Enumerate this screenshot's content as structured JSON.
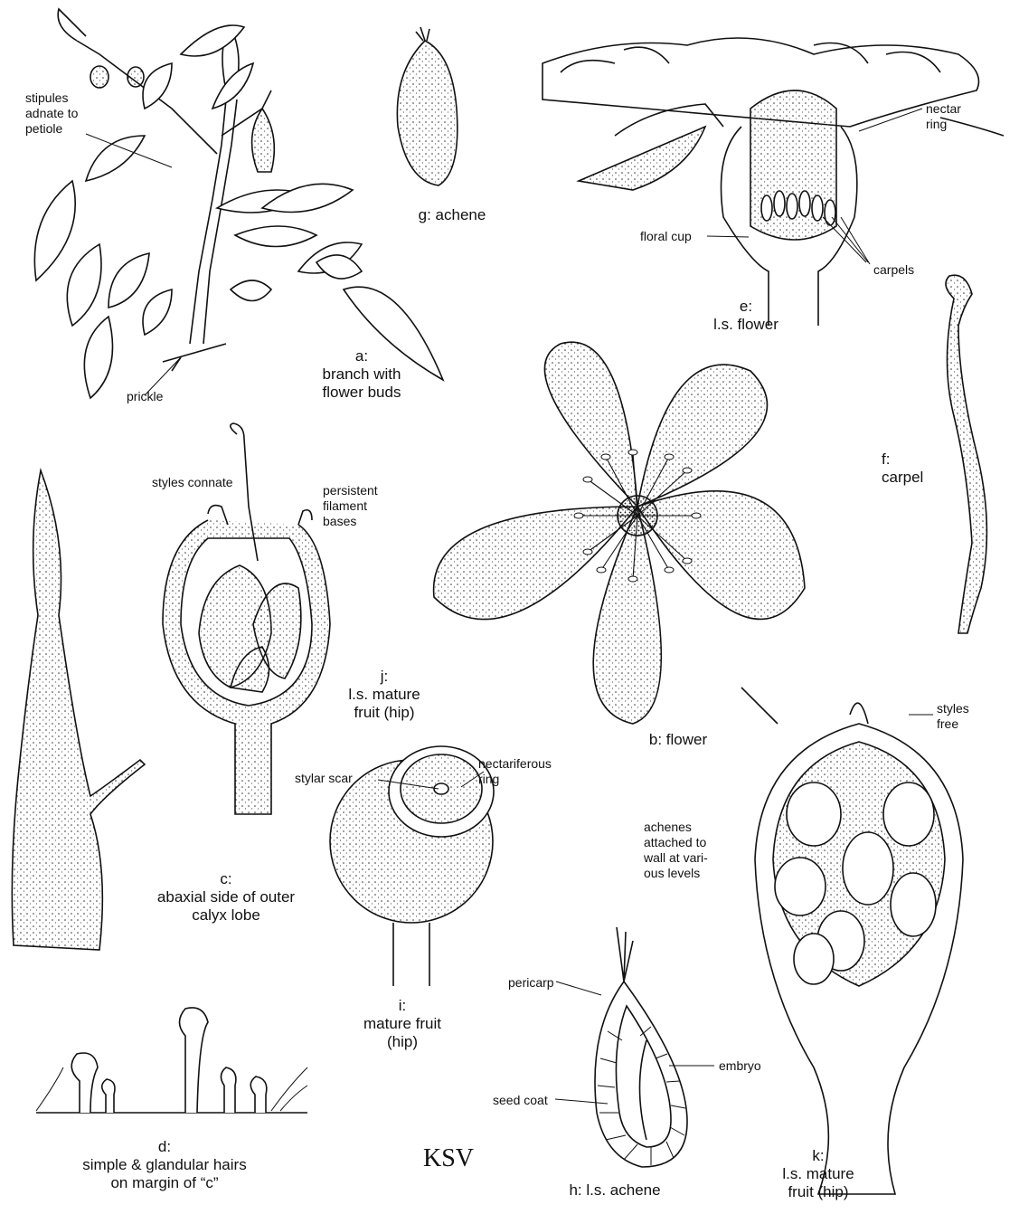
{
  "labels": {
    "stipules": "stipules\nadnate to\npetiole",
    "prickle": "prickle",
    "achene_g": "g: achene",
    "nectar_ring": "nectar\nring",
    "floral_cup": "floral cup",
    "carpels": "carpels",
    "styles_connate": "styles connate",
    "persistent_bases": "persistent\nfilament\nbases",
    "stylar_scar": "stylar scar",
    "nectariferous_ring": "nectariferous\nring",
    "achenes_attached": "achenes\nattached to\nwall at vari-\nous levels",
    "styles_free": "styles\nfree",
    "pericarp": "pericarp",
    "embryo": "embryo",
    "seed_coat": "seed coat"
  },
  "captions": {
    "a": "a:\nbranch with\nflower buds",
    "b": "b: flower",
    "c": "c:\nabaxial side of outer\ncalyx lobe",
    "d": "d:\nsimple & glandular hairs\non margin of “c”",
    "e": "e:\nl.s. flower",
    "f": "f:\ncarpel",
    "h": "h: l.s. achene",
    "i": "i:\nmature fruit\n(hip)",
    "j": "j:\nl.s. mature\nfruit (hip)",
    "k": "k:\nl.s. mature\nfruit (hip)"
  },
  "signature": "KSV"
}
